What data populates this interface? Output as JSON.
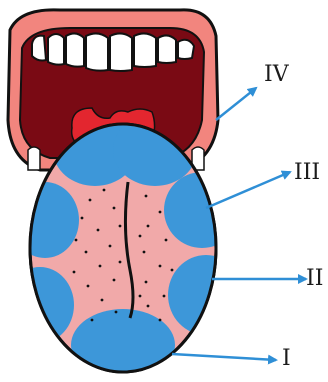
{
  "diagram": {
    "labels": [
      {
        "id": "IV",
        "text": "IV"
      },
      {
        "id": "III",
        "text": "III"
      },
      {
        "id": "II",
        "text": "II"
      },
      {
        "id": "I",
        "text": "I"
      }
    ],
    "colors": {
      "lips": "#f2857e",
      "mouth": "#7a0a14",
      "teeth": "#ffffff",
      "tongue": "#f1a9a9",
      "taste_zone": "#3d97d9",
      "throat": "#e3262f",
      "arrow": "#2f8fd6",
      "outline": "#111111"
    }
  }
}
